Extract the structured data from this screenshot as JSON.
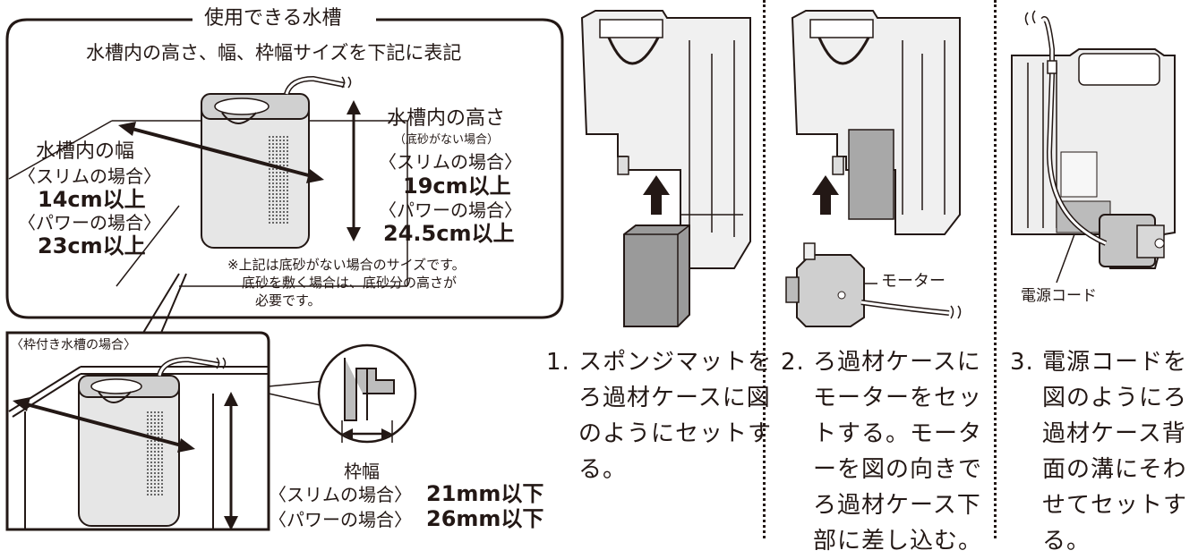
{
  "top_panel": {
    "title": "使用できる水槽",
    "subtitle": "水槽内の高さ、幅、枠幅サイズを下記に表記",
    "width_label": "水槽内の幅",
    "width_slim_label": "〈スリムの場合〉",
    "width_slim_value": "14cm以上",
    "width_power_label": "〈パワーの場合〉",
    "width_power_value": "23cm以上",
    "height_label": "水槽内の高さ",
    "height_note": "（底砂がない場合）",
    "height_slim_label": "〈スリムの場合〉",
    "height_slim_value": "19cm以上",
    "height_power_label": "〈パワーの場合〉",
    "height_power_value": "24.5cm以上",
    "note_line1": "※上記は底砂がない場合のサイズです。",
    "note_line2": "底砂を敷く場合は、底砂分の高さが",
    "note_line3": "必要です。"
  },
  "bottom_panel": {
    "title": "〈枠付き水槽の場合〉",
    "frame_label": "枠幅",
    "frame_slim_label": "〈スリムの場合〉",
    "frame_slim_value": "21mm以下",
    "frame_power_label": "〈パワーの場合〉",
    "frame_power_value": "26mm以下"
  },
  "steps": [
    {
      "number": "1.",
      "lines": [
        "スポンジマットを",
        "ろ過材ケースに図",
        "のようにセットす",
        "る。"
      ]
    },
    {
      "number": "2.",
      "lines": [
        "ろ過材ケースに",
        "モーターをセッ",
        "トする。モータ",
        "ーを図の向きで",
        "ろ過材ケース下",
        "部に差し込む。"
      ]
    },
    {
      "number": "3.",
      "lines": [
        "電源コードを",
        "図のようにろ",
        "過材ケース背",
        "面の溝にそわ",
        "せてセットす",
        "る。"
      ]
    }
  ],
  "labels": {
    "motor": "モーター",
    "power_cord": "電源コード"
  }
}
